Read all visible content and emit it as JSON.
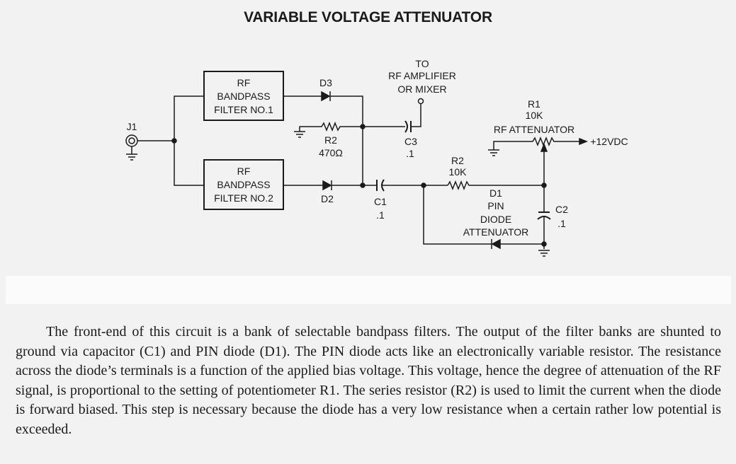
{
  "title": "VARIABLE VOLTAGE ATTENUATOR",
  "schematic": {
    "j1": "J1",
    "filter1": [
      "RF",
      "BANDPASS",
      "FILTER NO.1"
    ],
    "filter2": [
      "RF",
      "BANDPASS",
      "FILTER NO.2"
    ],
    "d3": "D3",
    "d2": "D2",
    "r2a_name": "R2",
    "r2a_value": "470Ω",
    "c3_name": "C3",
    "c3_value": ".1",
    "output": [
      "TO",
      "RF AMPLIFIER",
      "OR MIXER"
    ],
    "c1_name": "C1",
    "c1_value": ".1",
    "r2b_name": "R2",
    "r2b_value": "10K",
    "r1": [
      "R1",
      "10K",
      "RF ATTENUATOR"
    ],
    "supply": "+12VDC",
    "d1": [
      "D1",
      "PIN",
      "DIODE",
      "ATTENUATOR"
    ],
    "c2_name": "C2",
    "c2_value": ".1"
  },
  "caption": "The front-end of this circuit is a bank of selectable bandpass filters. The output of the filter banks are shunted to ground via capacitor (C1) and PIN diode (D1). The PIN diode acts like an electronically variable resistor. The resistance across the diode’s terminals is a function of the applied bias voltage. This voltage, hence the degree of attenuation of the RF signal, is proportional to the setting of potentiometer R1. The series resistor (R2) is used to limit the current when the diode is forward biased. This step is necessary because the diode has a very low resistance when a certain rather low potential is exceeded."
}
